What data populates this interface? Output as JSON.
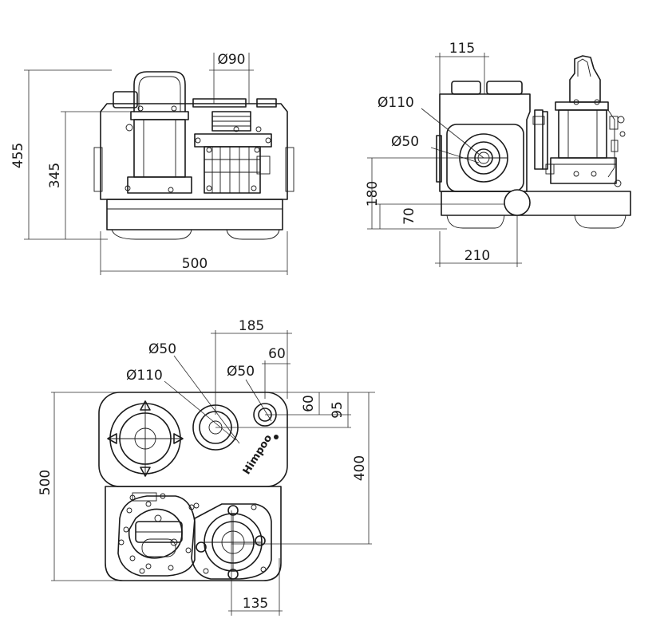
{
  "brand": "Himpoo",
  "front_view": {
    "pipe_diameter": "Ø90",
    "overall_height": "455",
    "inlet_height": "345",
    "overall_width": "500"
  },
  "side_view": {
    "outlet_offset": "115",
    "large_inlet_diameter": "Ø110",
    "small_inlet_diameter": "Ø50",
    "inlet_center_height": "180",
    "outlet_height": "70",
    "depth": "210"
  },
  "top_view": {
    "offset_185": "185",
    "inlet_small_left": "Ø50",
    "inlet_large": "Ø110",
    "inlet_small_right": "Ø50",
    "offset_60_horizontal": "60",
    "offset_60_vertical": "60",
    "offset_95": "95",
    "overall_depth": "500",
    "inner_depth": "400",
    "pump_offset": "135"
  }
}
